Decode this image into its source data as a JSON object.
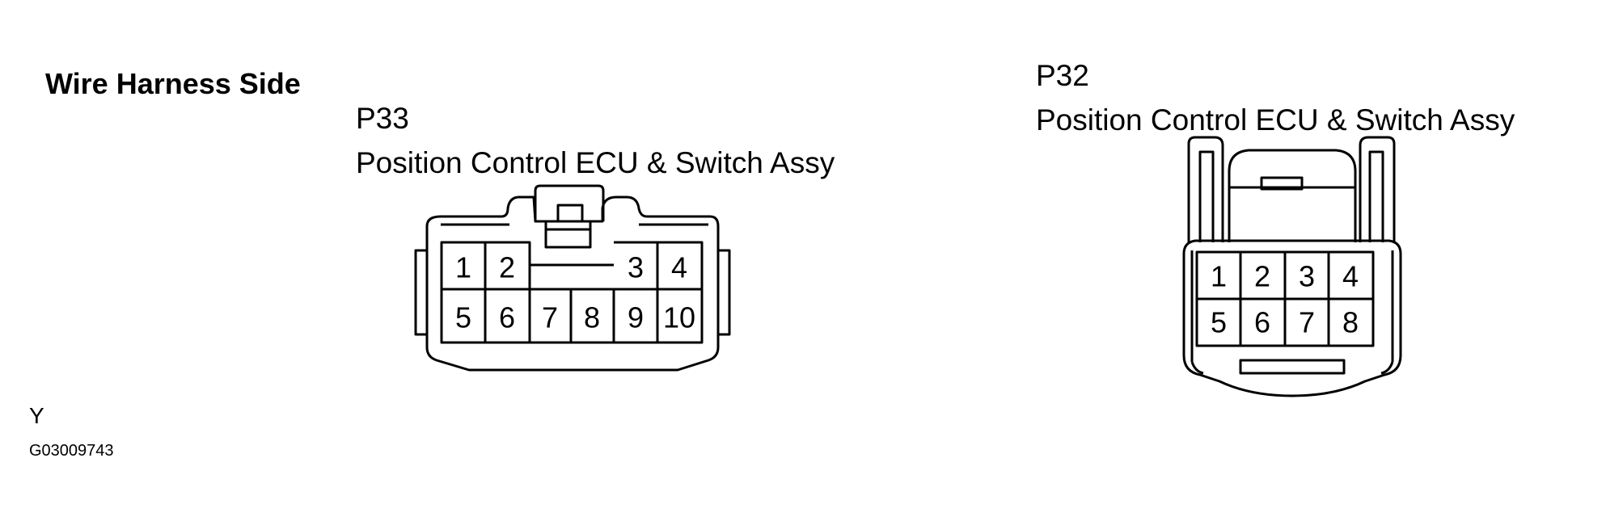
{
  "heading": "Wire Harness Side",
  "connectors": [
    {
      "code": "P33",
      "name": "Position Control ECU & Switch Assy",
      "pins_top": [
        "1",
        "2",
        "3",
        "4"
      ],
      "pins_bottom": [
        "5",
        "6",
        "7",
        "8",
        "9",
        "10"
      ]
    },
    {
      "code": "P32",
      "name": "Position Control ECU & Switch Assy",
      "pins_top": [
        "1",
        "2",
        "3",
        "4"
      ],
      "pins_bottom": [
        "5",
        "6",
        "7",
        "8"
      ]
    }
  ],
  "color_code": "Y",
  "figure_id": "G03009743",
  "colors": {
    "line": "#000000",
    "background": "#ffffff"
  }
}
